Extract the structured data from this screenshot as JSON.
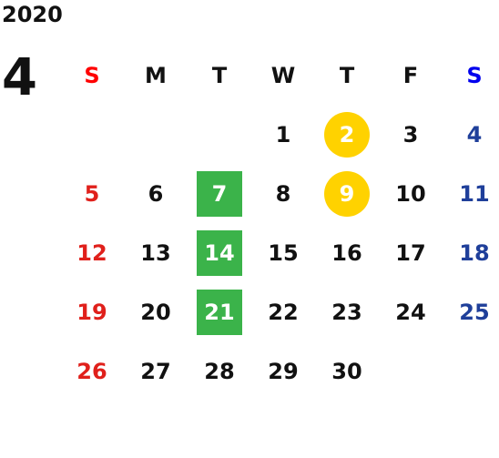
{
  "calendar": {
    "year": "2020",
    "month": "4",
    "weekdays": [
      "S",
      "M",
      "T",
      "W",
      "T",
      "F",
      "S"
    ],
    "weeks": [
      [
        "",
        "",
        "",
        "1",
        "2",
        "3",
        "4"
      ],
      [
        "5",
        "6",
        "7",
        "8",
        "9",
        "10",
        "11"
      ],
      [
        "12",
        "13",
        "14",
        "15",
        "16",
        "17",
        "18"
      ],
      [
        "19",
        "20",
        "21",
        "22",
        "23",
        "24",
        "25"
      ],
      [
        "26",
        "27",
        "28",
        "29",
        "30",
        "",
        ""
      ]
    ],
    "marked": {
      "green": [
        "7",
        "14",
        "21"
      ],
      "yellow": [
        "2",
        "9"
      ]
    },
    "colors": {
      "sunday": "#e0201b",
      "saturday": "#1f3f9a",
      "green_marker": "#3bb34a",
      "yellow_marker": "#ffd200"
    }
  }
}
